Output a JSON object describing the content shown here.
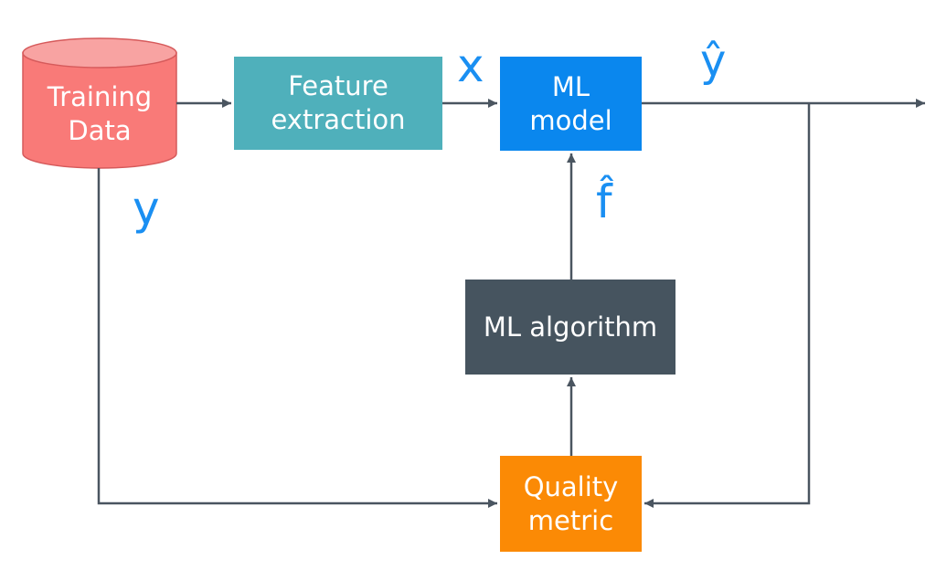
{
  "diagram": {
    "training_data": {
      "line1": "Training",
      "line2": "Data"
    },
    "feature_extraction": {
      "line1": "Feature",
      "line2": "extraction"
    },
    "ml_model": {
      "line1": "ML",
      "line2": "model"
    },
    "ml_algorithm": {
      "label": "ML algorithm"
    },
    "quality_metric": {
      "line1": "Quality",
      "line2": "metric"
    },
    "symbols": {
      "x": "x",
      "y": "y",
      "y_hat": "ŷ",
      "f_hat": "f̂"
    }
  },
  "colors": {
    "training_data": "#f97a78",
    "feature_extraction": "#4fb0bb",
    "ml_model": "#0a87ee",
    "ml_algorithm": "#46545f",
    "quality_metric": "#fb8a05",
    "arrow": "#4a5560",
    "symbol_text": "#1a8ff2"
  }
}
